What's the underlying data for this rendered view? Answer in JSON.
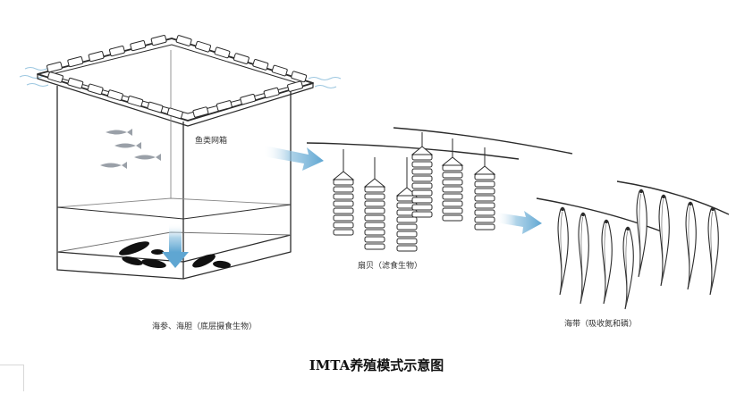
{
  "labels": {
    "fish": "鱼类网箱",
    "seacucumber": "海参、海胆（底层摄食生物）",
    "shellfish": "扇贝（滤食生物）",
    "kelp": "海带（吸收氮和磷）"
  },
  "title": "IMTA养殖模式示意图",
  "colors": {
    "line": "#2b2b2b",
    "flow_arrow": "#7ab3d6",
    "fish": "#9aa0a8",
    "water": "#8fbfdc"
  }
}
